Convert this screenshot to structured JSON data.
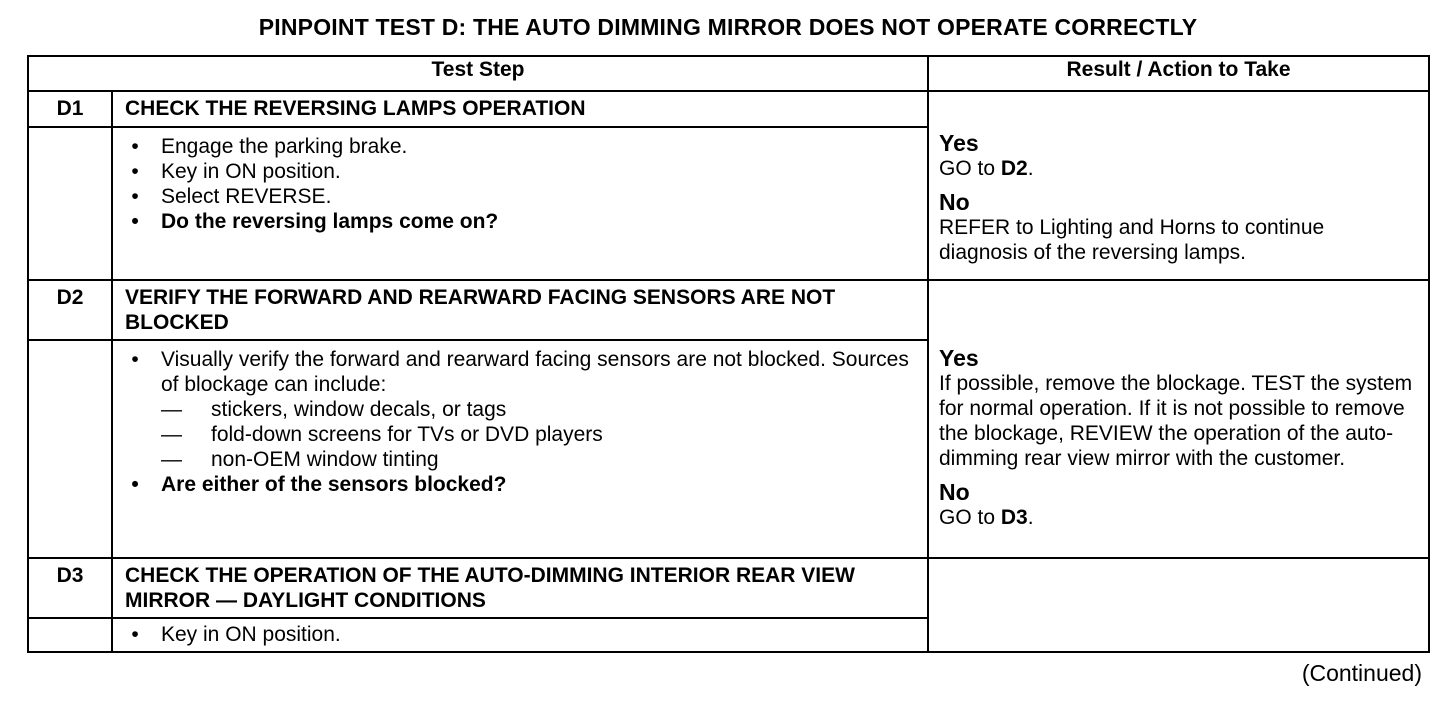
{
  "title": "PINPOINT TEST  D: THE AUTO DIMMING MIRROR DOES NOT OPERATE CORRECTLY",
  "headers": {
    "test_step": "Test Step",
    "result": "Result / Action to Take"
  },
  "bullet": "•",
  "dash": "—",
  "steps": {
    "d1": {
      "id": "D1",
      "title": "CHECK THE REVERSING LAMPS OPERATION",
      "bullets": [
        "Engage the parking brake.",
        "Key in ON position.",
        "Select REVERSE."
      ],
      "question": "Do the reversing lamps come on?",
      "yes_label": "Yes",
      "yes_text": "GO to ",
      "yes_ref": "D2",
      "yes_end": ".",
      "no_label": "No",
      "no_text": "REFER to Lighting and Horns to continue diagnosis of the reversing lamps."
    },
    "d2": {
      "id": "D2",
      "title": "VERIFY THE FORWARD AND REARWARD FACING SENSORS ARE NOT BLOCKED",
      "bullet1": "Visually verify the forward and rearward facing sensors are not blocked. Sources of blockage can include:",
      "subs": [
        "stickers, window decals, or tags",
        "fold-down screens for TVs or DVD players",
        "non-OEM window tinting"
      ],
      "question": "Are either of the sensors blocked?",
      "yes_label": "Yes",
      "yes_text": "If possible, remove the blockage. TEST the system for normal operation. If it is not possible to remove the blockage, REVIEW the operation of the auto-dimming rear view mirror with the customer.",
      "no_label": "No",
      "no_text": "GO to ",
      "no_ref": "D3",
      "no_end": "."
    },
    "d3": {
      "id": "D3",
      "title": "CHECK THE OPERATION OF THE AUTO-DIMMING INTERIOR REAR VIEW MIRROR — DAYLIGHT CONDITIONS",
      "bullets": [
        "Key in ON position."
      ]
    }
  },
  "continued": "(Continued)"
}
